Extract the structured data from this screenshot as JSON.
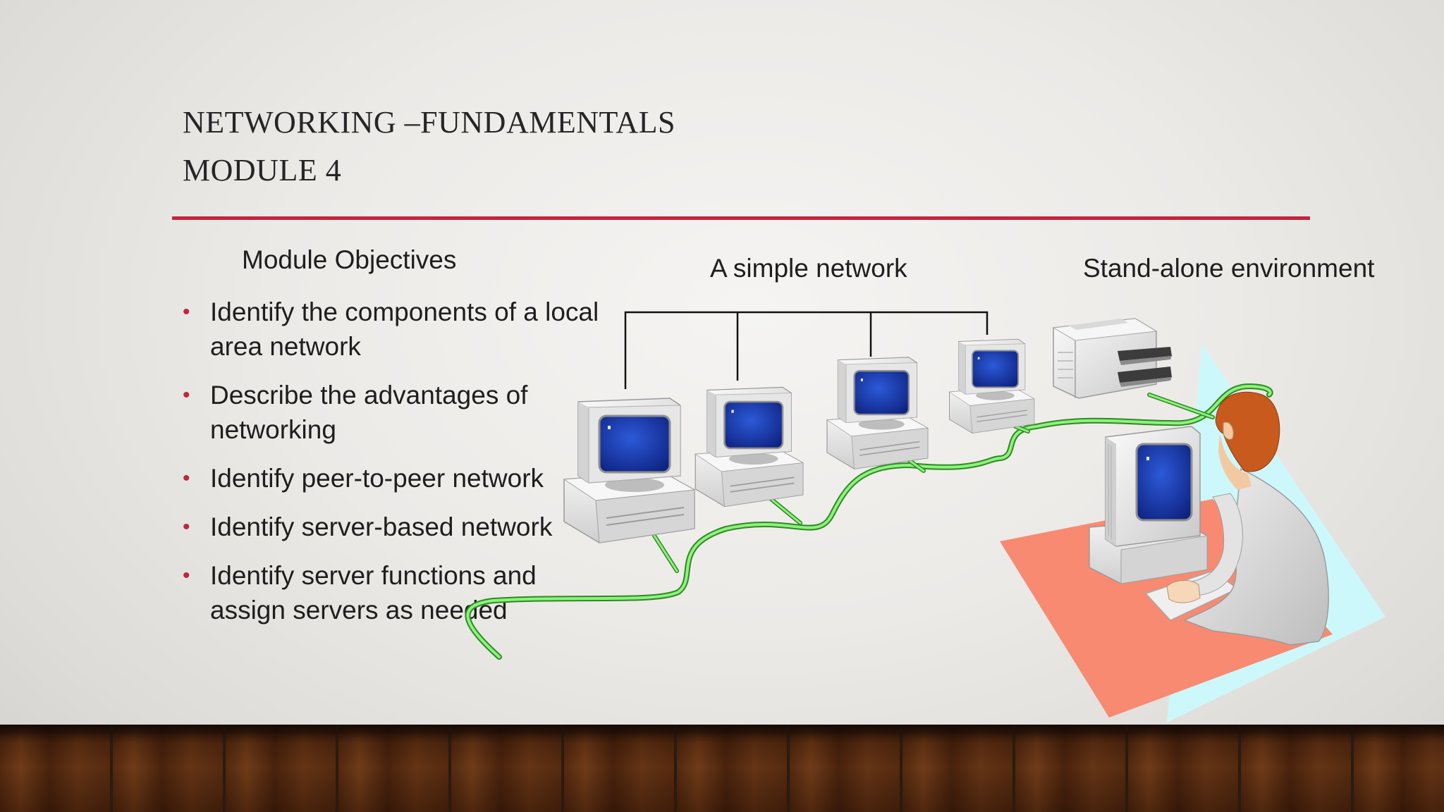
{
  "slide": {
    "title_line1": "NETWORKING –FUNDAMENTALS",
    "title_line2": "MODULE 4",
    "objectives_heading": "Module Objectives",
    "objectives": [
      "Identify the components of a local area network",
      "Describe the advantages of networking",
      "Identify peer-to-peer network",
      "Identify server-based network",
      "Identify server functions and assign servers as needed"
    ],
    "label_simple_network": "A simple network",
    "label_standalone": "Stand-alone environment"
  },
  "colors": {
    "accent": "#c0263f",
    "cable": "#5fd04a",
    "screen": "#1c3fb0",
    "desk": "#f88a72",
    "light_panel": "#cdf8fb",
    "hair": "#c85a1e"
  },
  "icons": [
    "computer-icon",
    "printer-icon",
    "person-icon",
    "network-cable"
  ]
}
